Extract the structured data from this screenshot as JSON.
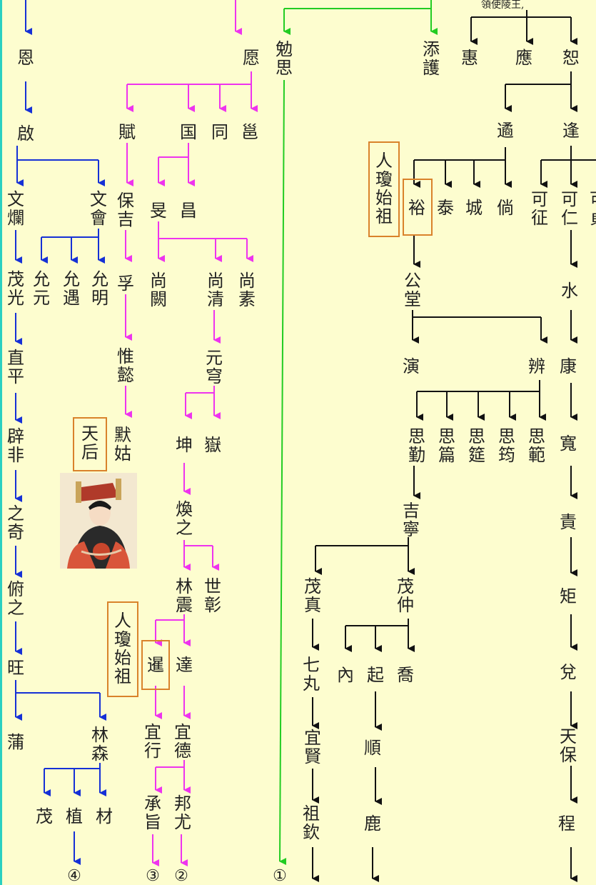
{
  "top_label": "領使陵王,",
  "empress_label": "天后",
  "ancestor_label": "人瓊始祖",
  "marks": {
    "one": "①",
    "two": "②",
    "three": "③",
    "four": "④"
  },
  "colors": {
    "blue": "#1530d6",
    "magenta": "#ee33ee",
    "green": "#22cc22",
    "box": "#d9822b",
    "bg": "#fdfdcf"
  },
  "names": {
    "en": "恩",
    "qi": "啟",
    "wenlan": "文爛",
    "wenhui": "文會",
    "maoguang": "茂光",
    "yunyuan": "允元",
    "yunyu": "允遇",
    "yunming": "允明",
    "zhiping": "直平",
    "pifei": "辟非",
    "zhiqi": "之奇",
    "fuzhi": "俯之",
    "wang": "旺",
    "pu": "蒲",
    "linsen": "林森",
    "mao": "茂",
    "zhi": "植",
    "cai": "材",
    "yuan": "愿",
    "fu": "賦",
    "guo": "国",
    "tong": "同",
    "yi": "邕",
    "baoji": "保吉",
    "min": "旻",
    "hao": "昌",
    "fu2": "孚",
    "shangque": "尚闕",
    "shangqing": "尚清",
    "shangsu": "尚素",
    "weiyi": "惟懿",
    "yuanqiong": "元穹",
    "mogu": "默姑",
    "kun": "坤",
    "yue": "嶽",
    "huanzhi": "煥之",
    "linzhen": "林震",
    "shizhang": "世彰",
    "xian": "暹",
    "da": "達",
    "yixing": "宜行",
    "yide": "宜德",
    "chengzhi": "承旨",
    "bangyou": "邦尤",
    "miansi": "勉思",
    "tianhu": "添護",
    "hui": "惠",
    "ying": "應",
    "shu": "恕",
    "yu2": "遹",
    "feng": "逢",
    "yu": "裕",
    "tai": "泰",
    "cheng": "城",
    "chang": "倘",
    "kezheng": "可征",
    "keren": "可仁",
    "ke3": "可貞",
    "gongtang": "公堂",
    "shui": "水",
    "yan": "演",
    "bian": "辨",
    "kang": "康",
    "siqin": "思勤",
    "sipian": "思篇",
    "siyan": "思筵",
    "sijun": "思筠",
    "sifan": "思範",
    "kuan": "寬",
    "jining": "吉寧",
    "ze": "責",
    "maozhen": "茂真",
    "maozhong": "茂仲",
    "ju": "矩",
    "qijiu": "七丸",
    "nei": "內",
    "qi2": "起",
    "qiao": "喬",
    "dui": "兌",
    "yixian": "宜賢",
    "shun": "順",
    "tianbao": "天保",
    "zuqin": "祖欽",
    "lu": "鹿",
    "cheng2": "程"
  }
}
